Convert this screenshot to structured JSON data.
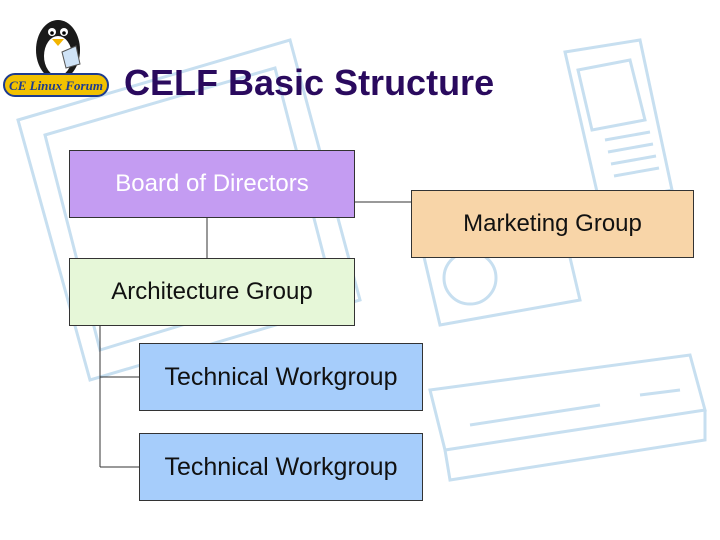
{
  "slide": {
    "title": "CELF Basic Structure",
    "logo_text": "CE Linux Forum"
  },
  "org_chart": {
    "board": "Board of Directors",
    "marketing": "Marketing Group",
    "architecture": "Architecture Group",
    "workgroups": [
      "Technical Workgroup",
      "Technical Workgroup"
    ]
  },
  "colors": {
    "title": "#2a0a5e",
    "board": "#c49cf2",
    "marketing": "#f8d5a8",
    "architecture": "#e6f7d8",
    "workgroup": "#a6cdfb",
    "background_art": "#c7dff0"
  }
}
